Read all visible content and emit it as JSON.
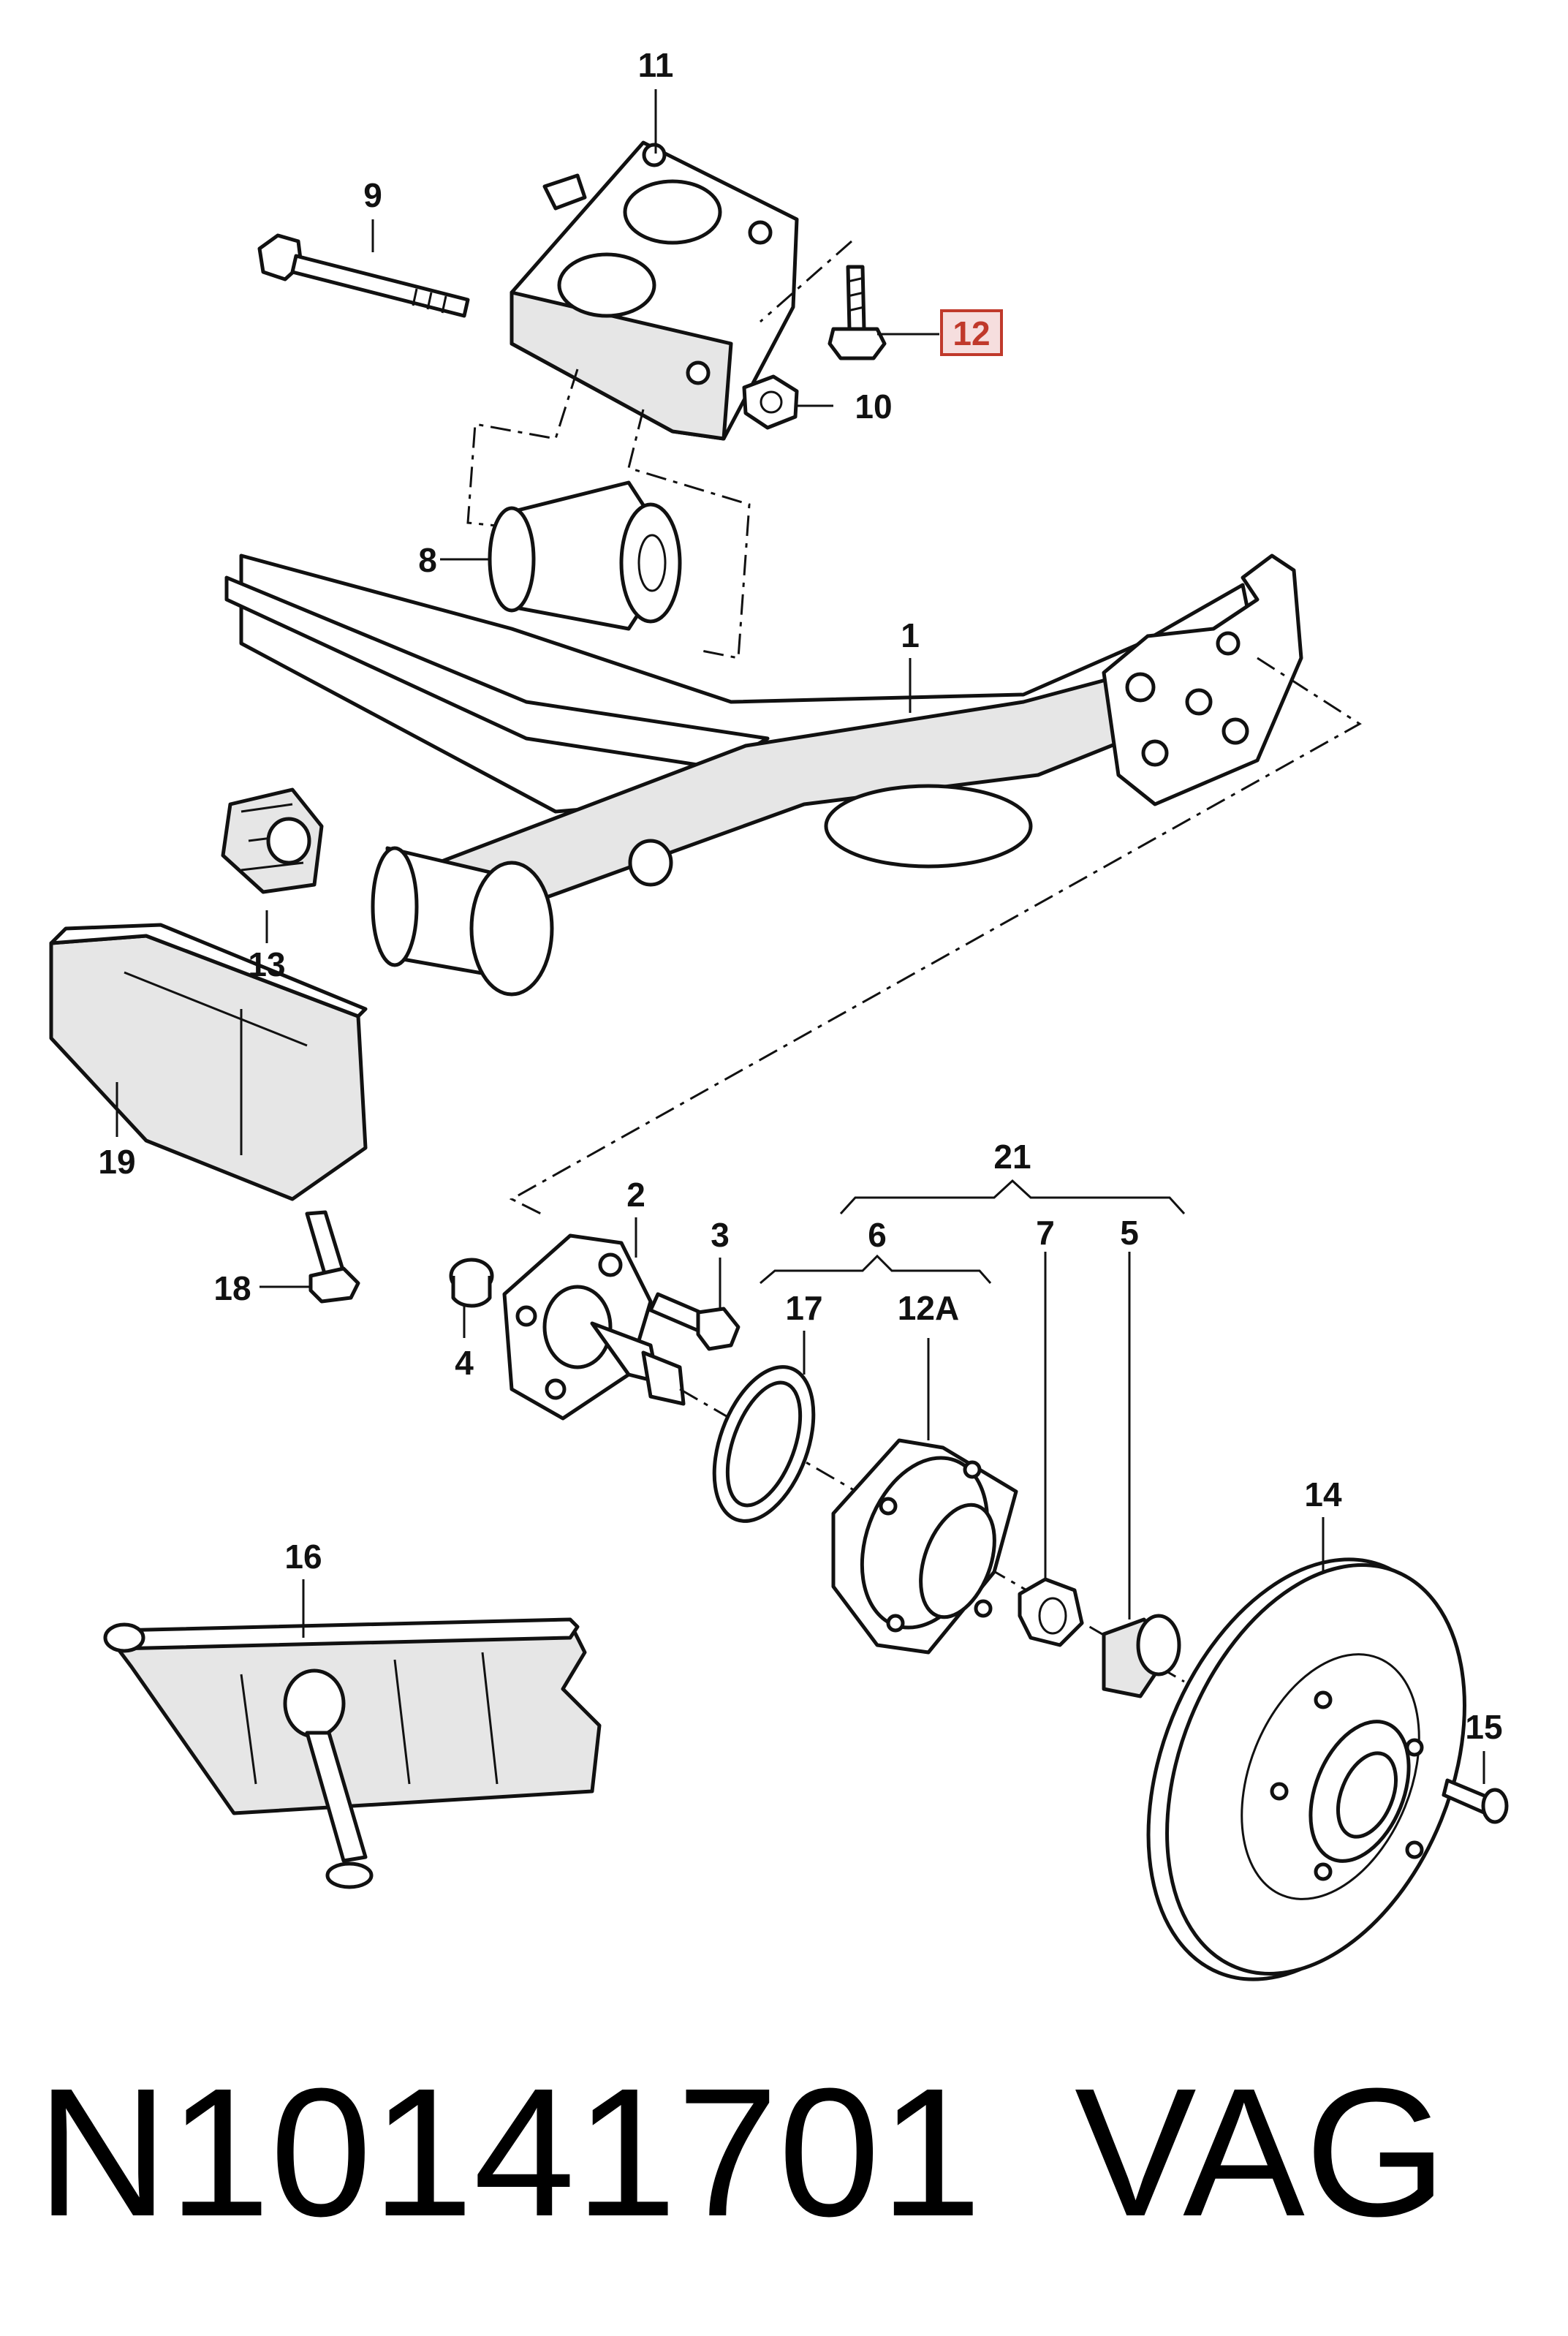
{
  "diagram": {
    "part_labels": {
      "p1": "1",
      "p2": "2",
      "p3": "3",
      "p4": "4",
      "p5": "5",
      "p6": "6",
      "p7": "7",
      "p8": "8",
      "p9": "9",
      "p10": "10",
      "p11": "11",
      "p12": "12",
      "p12a": "12A",
      "p13": "13",
      "p14": "14",
      "p15": "15",
      "p16": "16",
      "p17": "17",
      "p18": "18",
      "p19": "19",
      "p21": "21"
    },
    "highlighted_part": "12",
    "highlight_color": "#c0392b"
  },
  "footer": {
    "part_number": "N10141701",
    "brand": "VAG"
  }
}
